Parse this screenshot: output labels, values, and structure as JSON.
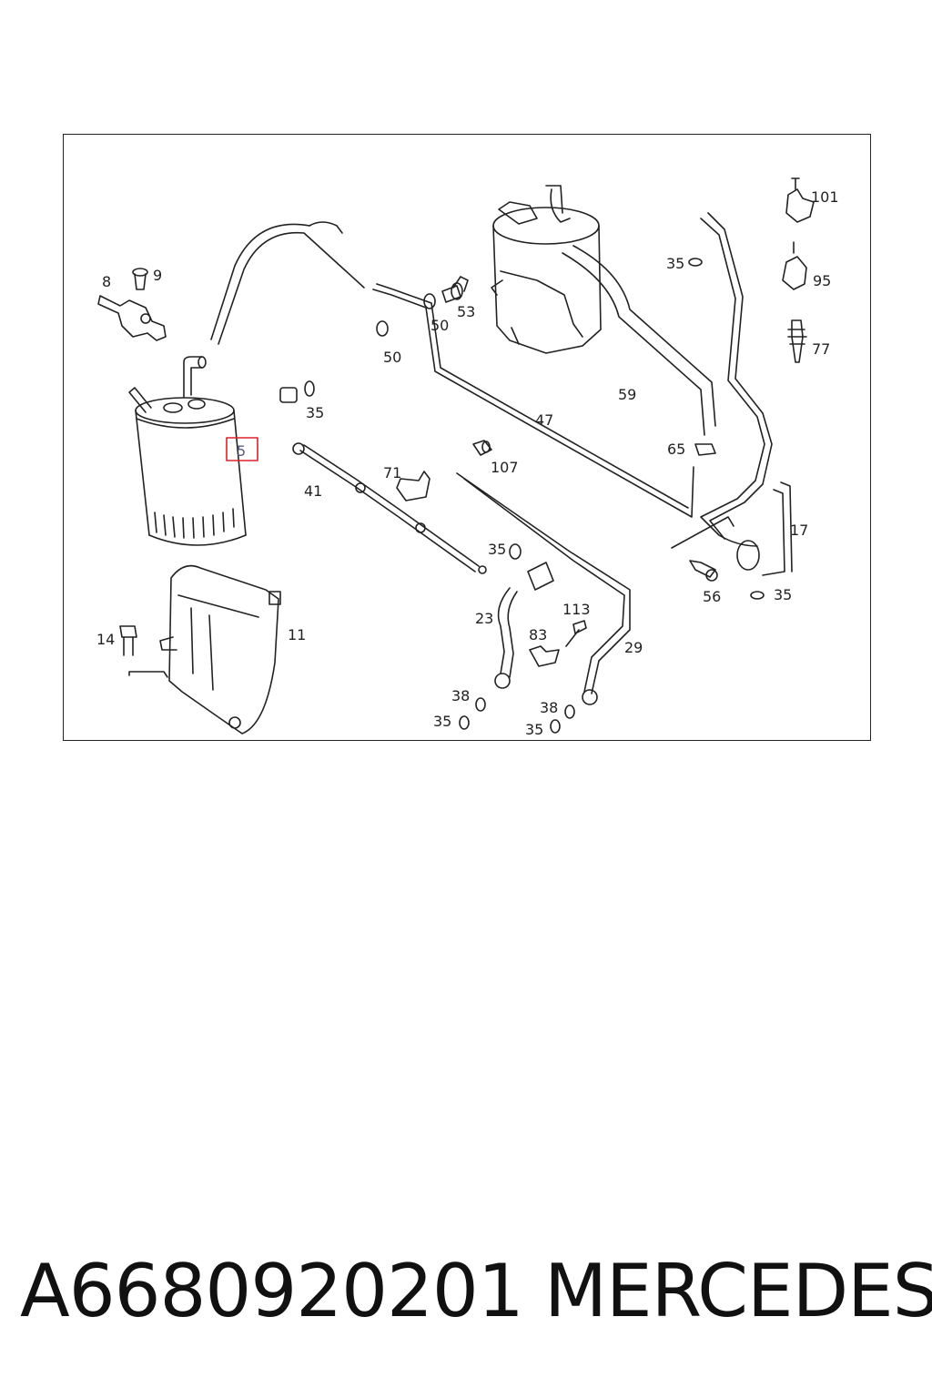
{
  "diagram": {
    "labels": {
      "l5": "5",
      "l8": "8",
      "l9": "9",
      "l11": "11",
      "l14": "14",
      "l17": "17",
      "l23": "23",
      "l29": "29",
      "l35a": "35",
      "l35b": "35",
      "l35c": "35",
      "l35d": "35",
      "l35e": "35",
      "l35f": "35",
      "l38a": "38",
      "l38b": "38",
      "l41": "41",
      "l47": "47",
      "l50a": "50",
      "l50b": "50",
      "l53": "53",
      "l56": "56",
      "l59": "59",
      "l65": "65",
      "l71": "71",
      "l77": "77",
      "l83": "83",
      "l95": "95",
      "l101": "101",
      "l107": "107",
      "l113": "113"
    },
    "highlighted_part": "5",
    "highlight_color": "#e0202a"
  },
  "footer": {
    "part_number": "A6680920201",
    "brand": "MERCEDES"
  }
}
